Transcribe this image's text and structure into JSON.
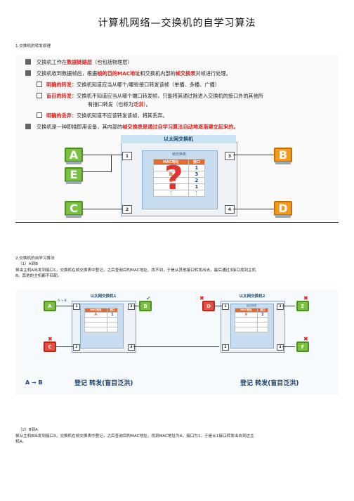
{
  "page_title": "计算机网络—交换机的自学习算法",
  "section1": {
    "heading": "1.交换机的转发原理",
    "bullets": [
      {
        "pre": "交换机工作在",
        "hl": "数据链路层",
        "post": "（也包括物理层）"
      },
      {
        "pre": "交换机收到数据帧后，根据",
        "hl": "帧的目的MAC地址",
        "mid": "和交换机内部的",
        "hl2": "帧交换表",
        "post": "对帧进行处理。"
      }
    ],
    "sub": [
      {
        "label": "明确的转发：",
        "text": "交换机知道应当从哪个/哪些接口转发该帧（单播、多播、广播）"
      },
      {
        "label": "盲目的转发：",
        "text": "交换机不知道应当从哪个端口转发帧，只能将其通过除进入交换机的接口外的其他所",
        "text2": "有接口转发（也称为",
        "hl": "泛洪",
        "post": "）。"
      },
      {
        "label": "明确的丢弃：",
        "text": "交换机知道不应该转发该帧，将其丢弃。"
      }
    ],
    "last_bullet": {
      "pre": "交换机是一种即插即用设备，其内部的",
      "hl": "帧交换表是通过自学习算法自动地逐渐建立起来的。"
    },
    "diagram": {
      "switch_title": "以太网交换机",
      "table_title": "帧交换表",
      "col_mac": "MAC地址",
      "col_port": "接口",
      "rows": [
        [
          "A",
          "1"
        ],
        [
          "B",
          "3"
        ],
        [
          "C",
          "2"
        ],
        [
          "E",
          "1"
        ],
        [
          "⋮",
          "⋮"
        ]
      ],
      "hosts": [
        "A",
        "E",
        "C",
        "B",
        "D"
      ],
      "ports": [
        "1",
        "2",
        "3",
        "4"
      ],
      "question": "?"
    }
  },
  "section2": {
    "heading": "2.交换机的自学习算法",
    "step1_title": "（1）A到B",
    "step1_text1": "帧由主机A出发到接口1，交换机在帧交换表中登记，之后查询目的MAC地址，找不到，于是从其他接口转发出去，最后通过3接口找到主机",
    "step1_text2": "B。其他的主机都不匹配。",
    "diagram": {
      "switch1_title": "以太网交换机1",
      "switch2_title": "以太网交换机2",
      "arrow_label": "A → B",
      "table_col_mac": "MAC地址",
      "table_col_port": "接口",
      "sw1_entry": [
        "A",
        "1"
      ],
      "sw2_entry": [
        "A",
        "2"
      ],
      "table_title": "帧交换表",
      "sw1_hosts": [
        "A",
        "C",
        "B"
      ],
      "sw2_hosts": [
        "D",
        "E",
        "F"
      ],
      "ports": [
        "1",
        "2",
        "3",
        "4"
      ],
      "legend": "A ➞ B",
      "caption1": "登记  转发(盲目泛洪)",
      "caption2": "登记  转发(盲目泛洪)"
    },
    "step2_title": "（2）B到A",
    "step2_text1": "帧从主机B出发到接口3，交换机在帧交换表中登记，之后查询目的MAC地址，找到MAC地址为A，接口为1，于是从1接口转发出去到达主",
    "step2_text2": "机A。"
  },
  "colors": {
    "accent_red": "#e0201b",
    "table_head": "#e66a2b"
  }
}
